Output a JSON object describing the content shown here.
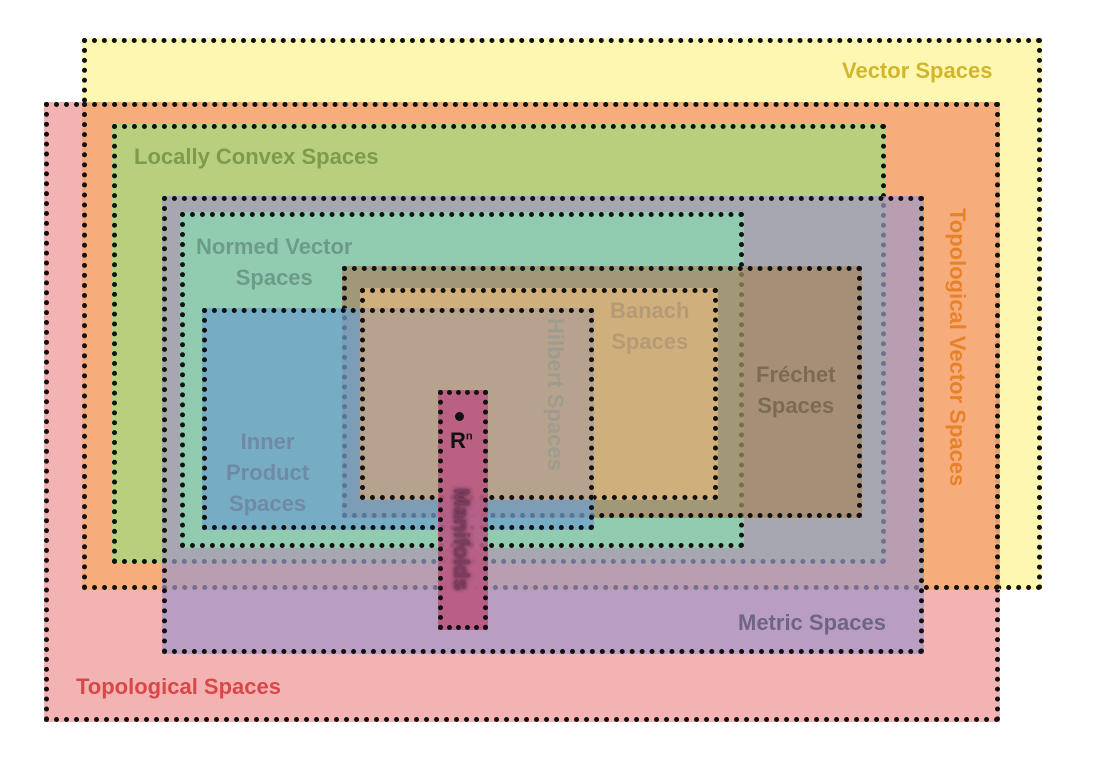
{
  "sets": {
    "vector_spaces": "Vector Spaces",
    "topological_spaces": "Topological Spaces",
    "topological_vector_spaces": "Topological Vector Spaces",
    "locally_convex_spaces": "Locally Convex Spaces",
    "metric_spaces": "Metric Spaces",
    "normed_vector_spaces_line1": "Normed Vector",
    "normed_vector_spaces_line2": "Spaces",
    "frechet_spaces_line1": "Fréchet",
    "frechet_spaces_line2": "Spaces",
    "banach_spaces_line1": "Banach",
    "banach_spaces_line2": "Spaces",
    "hilbert_spaces": "Hilbert Spaces",
    "inner_product_spaces_line1": "Inner",
    "inner_product_spaces_line2": "Product",
    "inner_product_spaces_line3": "Spaces",
    "manifolds": "Manifolds",
    "rn_base": "R",
    "rn_sup": "n"
  },
  "colors": {
    "vector_spaces": "#fdf7b3",
    "topological_spaces": "#f4b3b1",
    "topological_vector_spaces": "#f4ae7f",
    "locally_convex_spaces": "#b6cf7e",
    "metric_spaces": "#b4a5c8",
    "normed_vector_spaces": "#8fd0b0",
    "frechet_spaces": "#ab906d",
    "banach_spaces": "#d8b37b",
    "hilbert_spaces": "#b9a28c",
    "inner_product_spaces": "#7ba9c6",
    "manifolds": "#b95d86"
  }
}
